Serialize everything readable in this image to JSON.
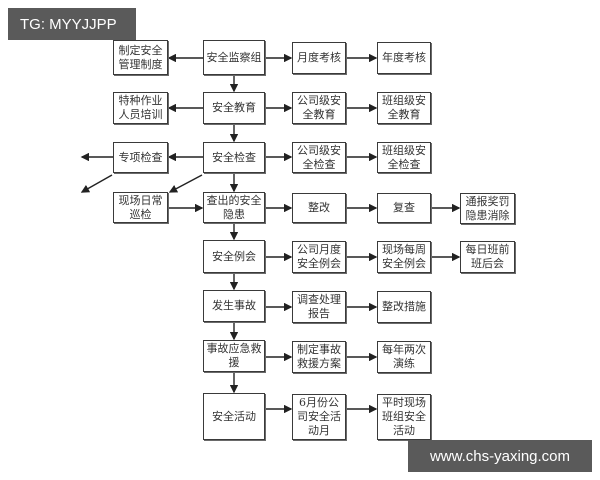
{
  "watermarks": {
    "top_left": "TG: MYYJJPP",
    "bottom_right": "www.chs-yaxing.com"
  },
  "diagram": {
    "type": "flowchart",
    "title": "",
    "main_column": [
      {
        "id": "jcz",
        "label": "安全监察组"
      },
      {
        "id": "jy",
        "label": "安全教育"
      },
      {
        "id": "jc",
        "label": "安全检查"
      },
      {
        "id": "yh",
        "label": "查出的安全\n隐患"
      },
      {
        "id": "lh",
        "label": "安全例会"
      },
      {
        "id": "sg",
        "label": "发生事故"
      },
      {
        "id": "yj",
        "label": "事故应急救\n援"
      },
      {
        "id": "hd",
        "label": "安全活动"
      }
    ],
    "left_column": [
      {
        "id": "zd",
        "label": "制定安全\n管理制度"
      },
      {
        "id": "px",
        "label": "特种作业\n人员培训"
      },
      {
        "id": "zx",
        "label": "专项检查"
      },
      {
        "id": "xc",
        "label": "现场日常\n巡检"
      }
    ],
    "right_nodes": [
      {
        "id": "ydkh",
        "label": "月度考核"
      },
      {
        "id": "ndkh",
        "label": "年度考核"
      },
      {
        "id": "gsjy",
        "label": "公司级安\n全教育"
      },
      {
        "id": "bzjy",
        "label": "班组级安\n全教育"
      },
      {
        "id": "gsjc",
        "label": "公司级安\n全检查"
      },
      {
        "id": "bzjc",
        "label": "班组级安\n全检查"
      },
      {
        "id": "zg",
        "label": "整改"
      },
      {
        "id": "fc",
        "label": "复查"
      },
      {
        "id": "tb",
        "label": "通报奖罚\n隐患消除"
      },
      {
        "id": "gsyd",
        "label": "公司月度\n安全例会"
      },
      {
        "id": "xcmz",
        "label": "现场每周\n安全例会"
      },
      {
        "id": "mrbq",
        "label": "每日班前\n班后会"
      },
      {
        "id": "dccl",
        "label": "调查处理\n报告"
      },
      {
        "id": "zgcs",
        "label": "整改措施"
      },
      {
        "id": "zdfa",
        "label": "制定事故\n救援方案"
      },
      {
        "id": "mnlc",
        "label": "每年两次\n演练"
      },
      {
        "id": "6yf",
        "label": "6月份公\n司安全活\n动月"
      },
      {
        "id": "psxc",
        "label": "平时现场\n班组安全\n活动"
      }
    ],
    "edges": [
      [
        "jcz",
        "jy"
      ],
      [
        "jy",
        "jc"
      ],
      [
        "jc",
        "yh"
      ],
      [
        "yh",
        "lh"
      ],
      [
        "lh",
        "sg"
      ],
      [
        "sg",
        "yj"
      ],
      [
        "yj",
        "hd"
      ],
      [
        "jcz",
        "zd"
      ],
      [
        "jy",
        "px"
      ],
      [
        "jc",
        "zx"
      ],
      [
        "xc",
        "yh"
      ],
      [
        "jcz",
        "ydkh"
      ],
      [
        "ydkh",
        "ndkh"
      ],
      [
        "jy",
        "gsjy"
      ],
      [
        "gsjy",
        "bzjy"
      ],
      [
        "jc",
        "gsjc"
      ],
      [
        "gsjc",
        "bzjc"
      ],
      [
        "yh",
        "zg"
      ],
      [
        "zg",
        "fc"
      ],
      [
        "fc",
        "tb"
      ],
      [
        "lh",
        "gsyd"
      ],
      [
        "gsyd",
        "xcmz"
      ],
      [
        "xcmz",
        "mrbq"
      ],
      [
        "sg",
        "dccl"
      ],
      [
        "dccl",
        "zgcs"
      ],
      [
        "yj",
        "zdfa"
      ],
      [
        "zdfa",
        "mnlc"
      ],
      [
        "hd",
        "6yf"
      ],
      [
        "6yf",
        "psxc"
      ]
    ]
  }
}
